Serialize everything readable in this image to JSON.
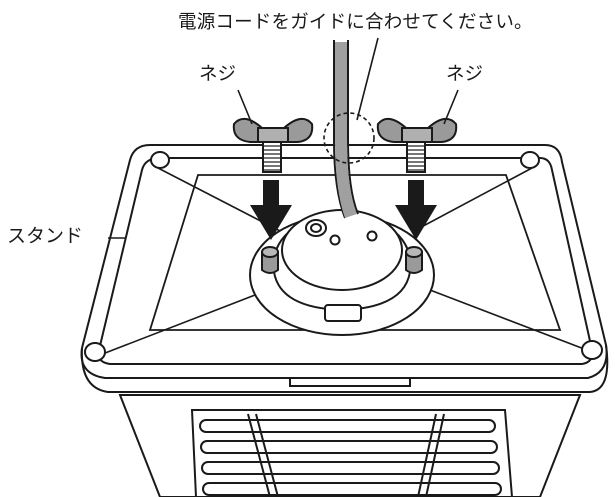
{
  "labels": {
    "power_cord_note": "電源コードをガイドに合わせてください。",
    "screw_left": "ネジ",
    "screw_right": "ネジ",
    "stand": "スタンド"
  },
  "colors": {
    "line": "#1a1a1a",
    "part_gray": "#9a9a9a",
    "arrow": "#1a1a1a",
    "background": "#ffffff"
  },
  "icons": {
    "wing_nut": "wing-nut-icon",
    "down_arrow": "down-arrow-icon"
  }
}
